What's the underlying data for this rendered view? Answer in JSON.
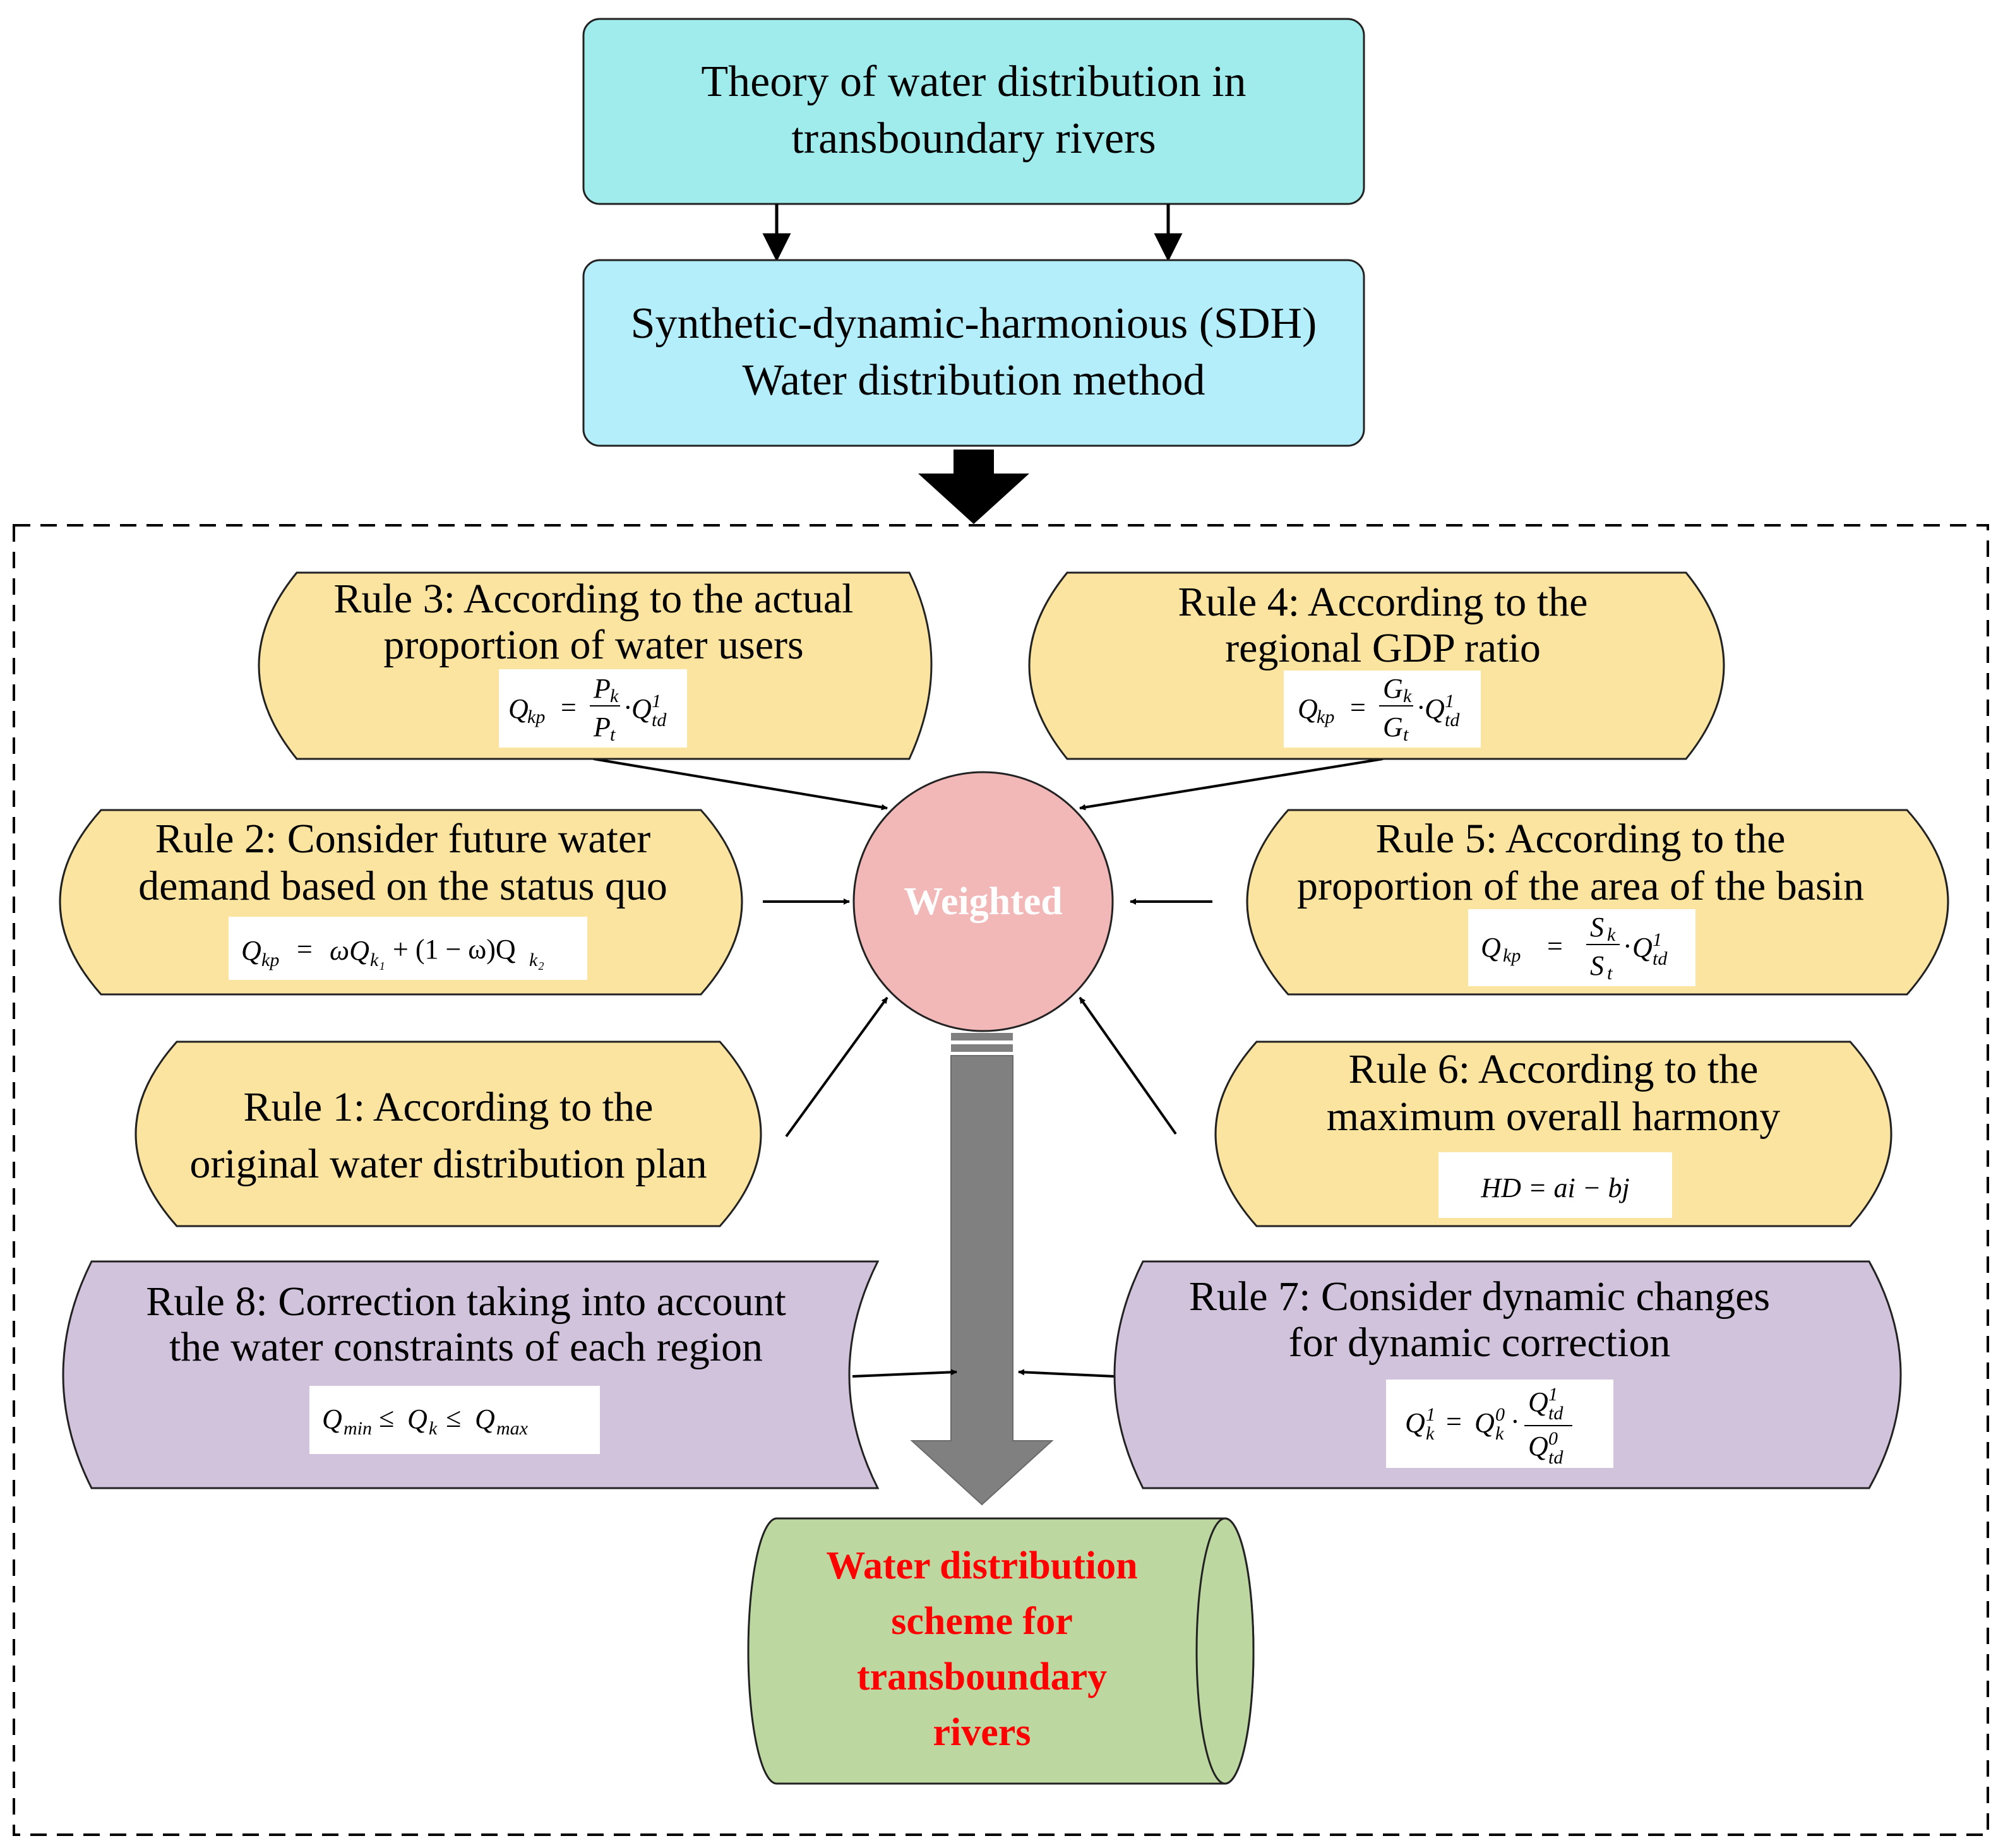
{
  "top_box": {
    "line1": "Theory of water distribution in",
    "line2": "transboundary rivers"
  },
  "method_box": {
    "line1": "Synthetic-dynamic-harmonious (SDH)",
    "line2": "Water distribution method"
  },
  "center": {
    "label": "Weighted"
  },
  "rules": {
    "r1": {
      "line1": "Rule 1: According to the",
      "line2": "original water distribution plan"
    },
    "r2": {
      "line1": "Rule 2: Consider future water",
      "line2": "demand based on the status quo"
    },
    "r3": {
      "line1": "Rule 3: According to the actual",
      "line2": "proportion of water users"
    },
    "r4": {
      "line1": "Rule 4: According to the",
      "line2": "regional GDP ratio"
    },
    "r5": {
      "line1": "Rule 5: According to the",
      "line2": "proportion of the area of the basin"
    },
    "r6": {
      "line1": "Rule 6: According to the",
      "line2": "maximum overall harmony"
    },
    "r7": {
      "line1": "Rule 7: Consider dynamic changes",
      "line2": "for dynamic correction"
    },
    "r8": {
      "line1": "Rule 8: Correction taking into account",
      "line2": "the water constraints of each region"
    }
  },
  "formulas": {
    "f1": "Q_kp = (P_k / P_t) · Q¹_td",
    "f2": "Q_kp = ωQ_k1 + (1 − ω)Q_k2",
    "f4": "Q_kp = (G_k / G_t) · Q¹_td",
    "f5": "Q_kp = (S_k / S_t) · Q¹_td",
    "f6": "HD = ai − bj",
    "f7": "Q¹_k = Q⁰_k · Q¹_td / Q⁰_td",
    "f8": "Q_min ≤ Q_k ≤ Q_max"
  },
  "output": {
    "line1": "Water distribution",
    "line2": "scheme for",
    "line3": "transboundary",
    "line4": "rivers"
  },
  "colors": {
    "top_box": "#a0ecec",
    "method_box": "#b3eefa",
    "yellow_rule": "#fbe3a0",
    "purple_rule": "#d2c3dd",
    "weighted_circle": "#f2b8b8",
    "output_cylinder": "#bdd7a0",
    "output_text": "#ff0000",
    "big_arrow": "#808080"
  }
}
